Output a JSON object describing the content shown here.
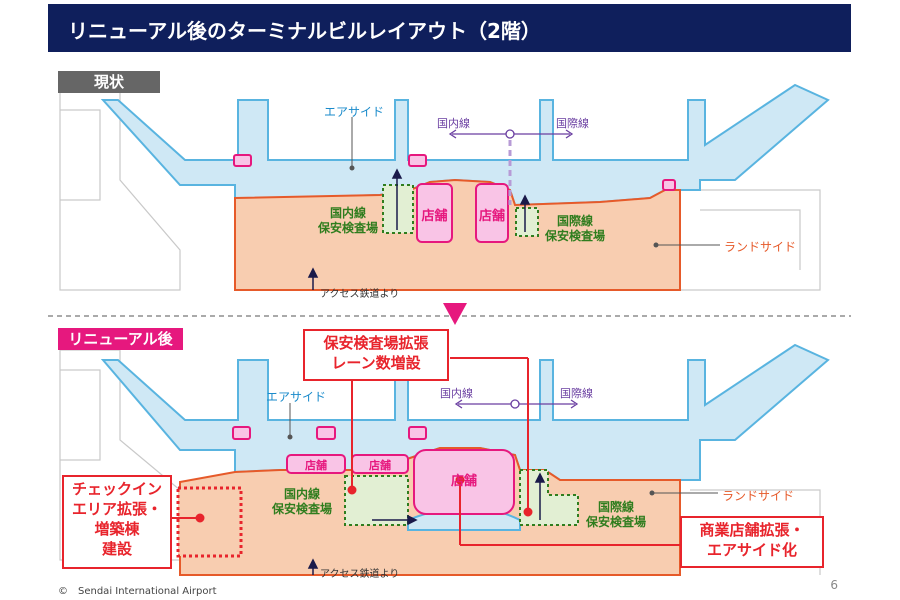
{
  "title": "リニューアル後のターミナルビルレイアウト（2階）",
  "current": {
    "badge": "現状",
    "airside": "エアサイド",
    "domestic_line": "国内線",
    "international_line": "国際線",
    "shop1": "店舗",
    "shop2": "店舗",
    "domestic_security": [
      "国内線",
      "保安検査場"
    ],
    "international_security": [
      "国際線",
      "保安検査場"
    ],
    "landside": "ランドサイド",
    "rail_access": "アクセス鉄道より"
  },
  "renewal": {
    "badge": "リニューアル後",
    "airside": "エアサイド",
    "domestic_line": "国内線",
    "international_line": "国際線",
    "shop_small1": "店舗",
    "shop_small2": "店舗",
    "shop_large": "店舗",
    "domestic_security": [
      "国内線",
      "保安検査場"
    ],
    "international_security": [
      "国際線",
      "保安検査場"
    ],
    "landside": "ランドサイド",
    "rail_access": "アクセス鉄道より",
    "callout_security": "保安検査場拡張\nレーン数増設",
    "callout_checkin": "チェックイン\nエリア拡張・\n増築棟\n建設",
    "callout_shops": "商業店舗拡張・\nエアサイド化"
  },
  "footer": {
    "copyright": "©　Sendai International Airport",
    "page_number": "6"
  },
  "colors": {
    "title_bg": "#0f1f5c",
    "airside": "#cfe8f5",
    "airside_stroke": "#59b4e0",
    "landside": "#f8cdb0",
    "landside_stroke": "#e65a2a",
    "shop": "#f9c4e6",
    "shop_stroke": "#e6187e",
    "security": "#e2efd3",
    "security_stroke": "#2f7d1e",
    "callout": "#e8242c",
    "badge_current": "#666666",
    "badge_renewal": "#e6187e"
  }
}
